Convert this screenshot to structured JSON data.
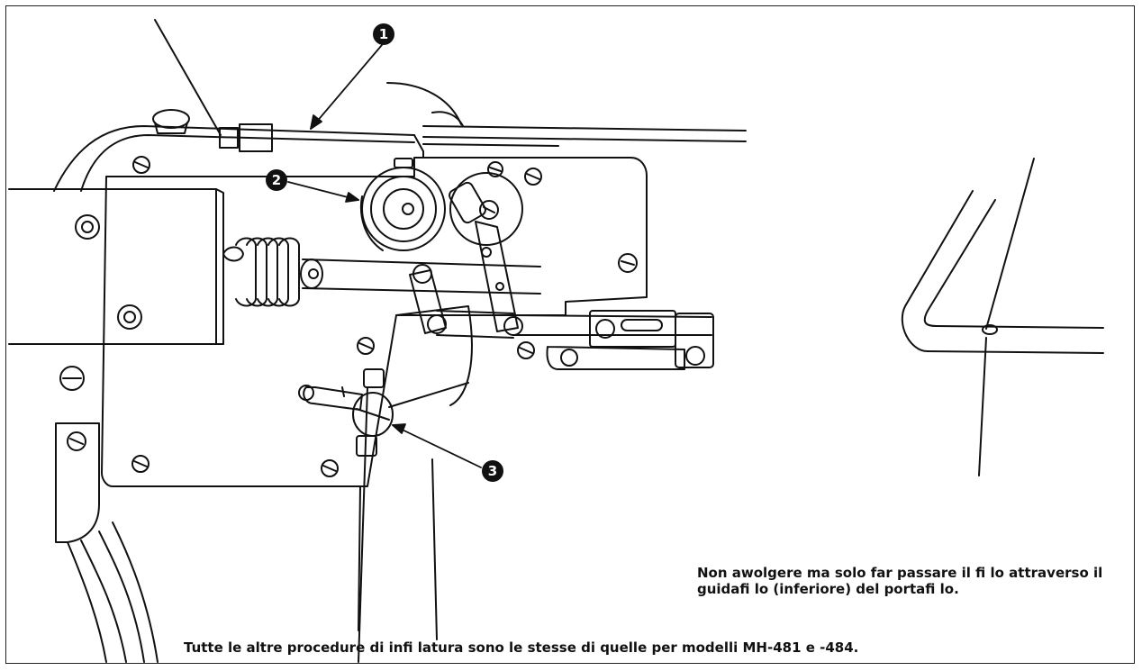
{
  "callouts": [
    {
      "id": "callout-1",
      "label": "1"
    },
    {
      "id": "callout-2",
      "label": "2"
    },
    {
      "id": "callout-3",
      "label": "3"
    }
  ],
  "note": {
    "line1": "Non awolgere ma solo far passare il fi lo attraverso il",
    "line2": "guidafi lo (inferiore) del portafi lo."
  },
  "footer_text": "Tutte le altre procedure di infi latura sono le stesse di quelle per modelli MH-481 e -484.",
  "colors": {
    "ink": "#111111",
    "paper": "#ffffff"
  }
}
